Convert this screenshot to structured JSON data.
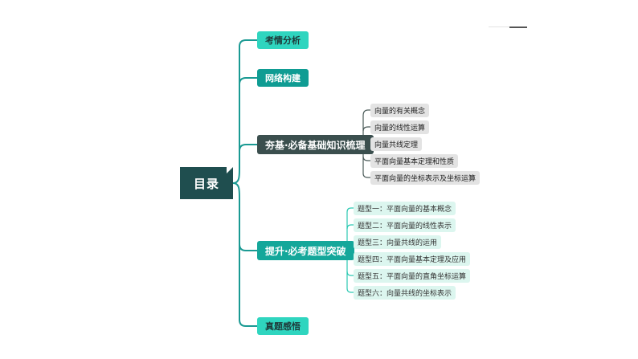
{
  "root": {
    "label": "目录"
  },
  "categories": [
    {
      "label": "考情分析"
    },
    {
      "label": "网络构建"
    },
    {
      "label": "夯基·必备基础知识梳理",
      "children": [
        "向量的有关概念",
        "向量的线性运算",
        "向量共线定理",
        "平面向量基本定理和性质",
        "平面向量的坐标表示及坐标运算"
      ]
    },
    {
      "label": "提升·必考题型突破",
      "children": [
        "题型一：平面向量的基本概念",
        "题型二：平面向量的线性表示",
        "题型三：向量共线的运用",
        "题型四：平面向量基本定理及应用",
        "题型五：平面向量的直角坐标运算",
        "题型六：向量共线的坐标表示"
      ]
    },
    {
      "label": "真题感悟"
    }
  ],
  "colors": {
    "root": "#1f4e4f",
    "connector_main": "#1a9a93",
    "connector_knowledge": "#4a5a58",
    "connector_types": "#2bc9b2"
  }
}
